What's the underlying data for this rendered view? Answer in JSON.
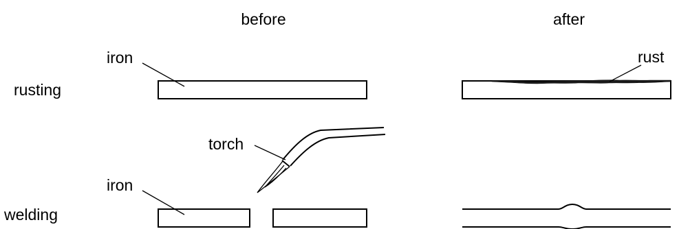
{
  "headers": {
    "before": "before",
    "after": "after"
  },
  "rows": {
    "rusting": "rusting",
    "welding": "welding"
  },
  "labels": {
    "iron_top": "iron",
    "iron_bottom": "iron",
    "rust": "rust",
    "torch": "torch"
  }
}
